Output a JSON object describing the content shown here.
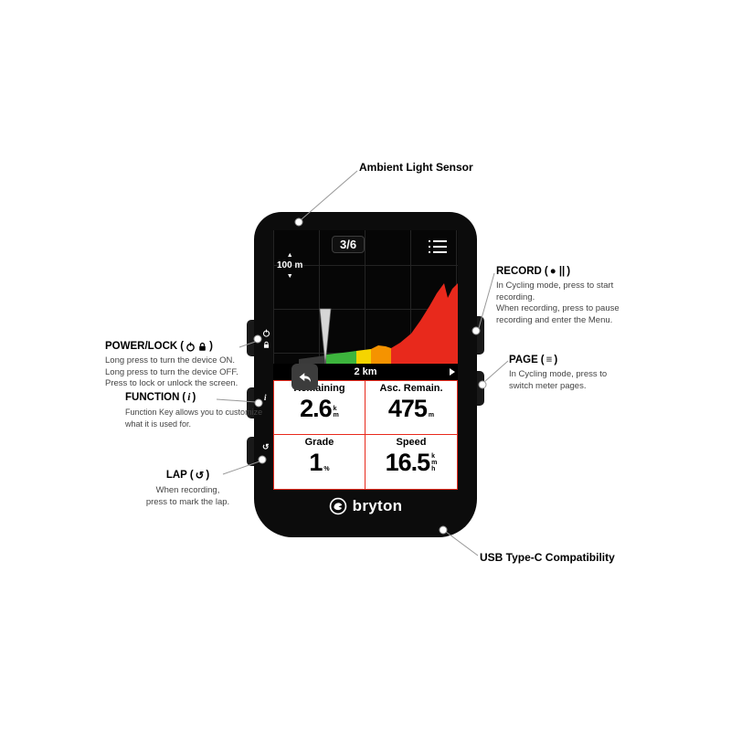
{
  "callouts": {
    "ambient": {
      "title": "Ambient Light Sensor"
    },
    "record": {
      "title": "RECORD",
      "icons": "● ||",
      "lines": [
        "In Cycling mode, press to start",
        "recording.",
        "When recording, press to pause",
        "recording and enter the Menu."
      ]
    },
    "page": {
      "title": "PAGE",
      "icons": "≡",
      "lines": [
        "In Cycling mode, press to",
        "switch meter pages."
      ]
    },
    "power": {
      "title": "POWER/LOCK",
      "lines": [
        "Long press to turn the device ON.",
        "Long press to turn the device OFF.",
        "Press to lock or unlock the screen."
      ]
    },
    "function": {
      "title": "FUNCTION",
      "icons": "i",
      "lines": [
        "Function Key allows you to customize",
        "what it is used for."
      ]
    },
    "lap": {
      "title": "LAP",
      "icons": "↺",
      "lines": [
        "When recording,",
        "press to mark the lap."
      ]
    },
    "usb": {
      "title": "USB Type-C Compatibility"
    }
  },
  "device": {
    "brand": "bryton",
    "edge": {
      "function_char": "i",
      "lap_char": "↺"
    },
    "screen": {
      "page_indicator": "3/6",
      "scale": {
        "up": "▲",
        "label": "100 m",
        "down": "▼"
      },
      "profile_bar": {
        "label": "2 km"
      },
      "fields": [
        {
          "label": "Remaining",
          "value": "2.6",
          "unit": [
            "k",
            "m"
          ]
        },
        {
          "label": "Asc. Remain.",
          "value": "475",
          "unit": [
            "m"
          ]
        },
        {
          "label": "Grade",
          "value": "1",
          "unit": [
            "%"
          ]
        },
        {
          "label": "Speed",
          "value": "16.5",
          "unit": [
            "k",
            "m",
            "h"
          ]
        }
      ]
    }
  },
  "colors": {
    "accent_red": "#e8291c",
    "elevation_green": "#3db53d",
    "elevation_yellow": "#f5d400",
    "elevation_orange": "#f59300",
    "elevation_red": "#e8291c"
  }
}
